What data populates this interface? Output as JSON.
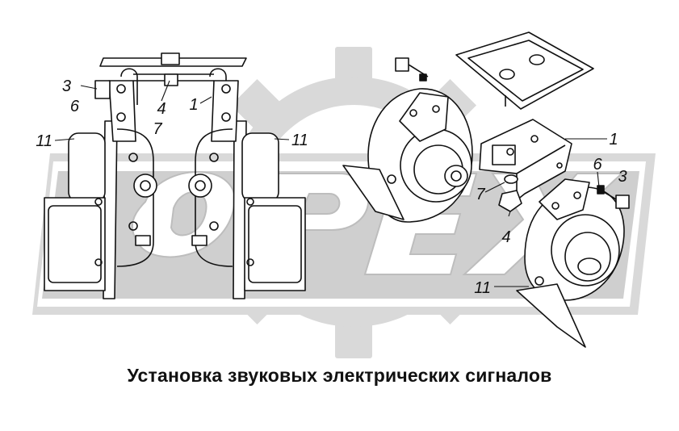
{
  "watermark": {
    "text": "OPEX",
    "gear_color": "#d9d9d9"
  },
  "callouts": {
    "left_group": [
      "3",
      "6",
      "4",
      "7",
      "1",
      "11",
      "11"
    ],
    "right_group": [
      "1",
      "7",
      "4",
      "6",
      "3",
      "11"
    ]
  },
  "caption": "Установка звуковых электрических сигналов"
}
